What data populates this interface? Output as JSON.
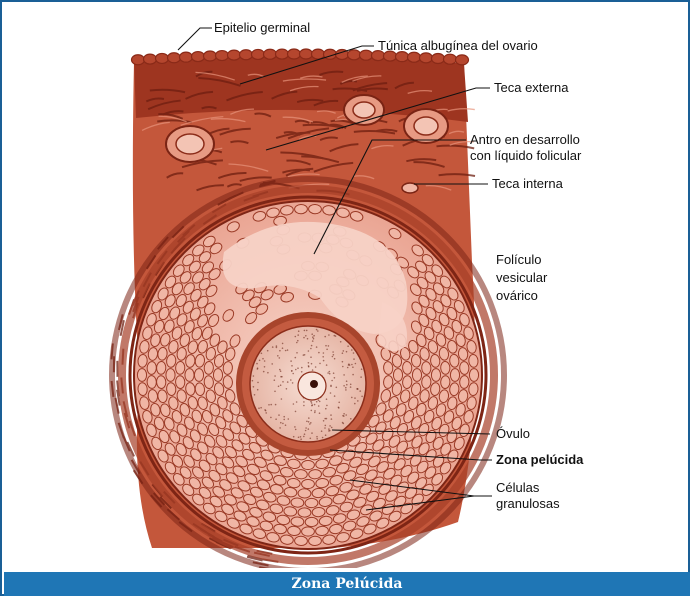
{
  "figure": {
    "labels": {
      "epitelio": "Epitelio germinal",
      "tunica": "Túnica albugínea del ovario",
      "teca_externa": "Teca externa",
      "antro_line1": "Antro  en desarrollo",
      "antro_line2": "con líquido folicular",
      "teca_interna": "Teca interna",
      "foliculo_line1": "Folículo",
      "foliculo_line2": "vesicular",
      "foliculo_line3": "ovárico",
      "ovulo": "Óvulo",
      "zona": "Zona pelúcida",
      "celulas_line1": "Células",
      "celulas_line2": "granulosas"
    },
    "colors": {
      "tissue_dark": "#8a2a18",
      "tissue_mid": "#b5462e",
      "tissue_light": "#f2c2b4",
      "cell_fill": "#f0b6a5",
      "cell_stroke": "#9a3a26",
      "antrum": "#f7d2c6"
    }
  },
  "caption": {
    "text": "Zona Pelúcida"
  }
}
